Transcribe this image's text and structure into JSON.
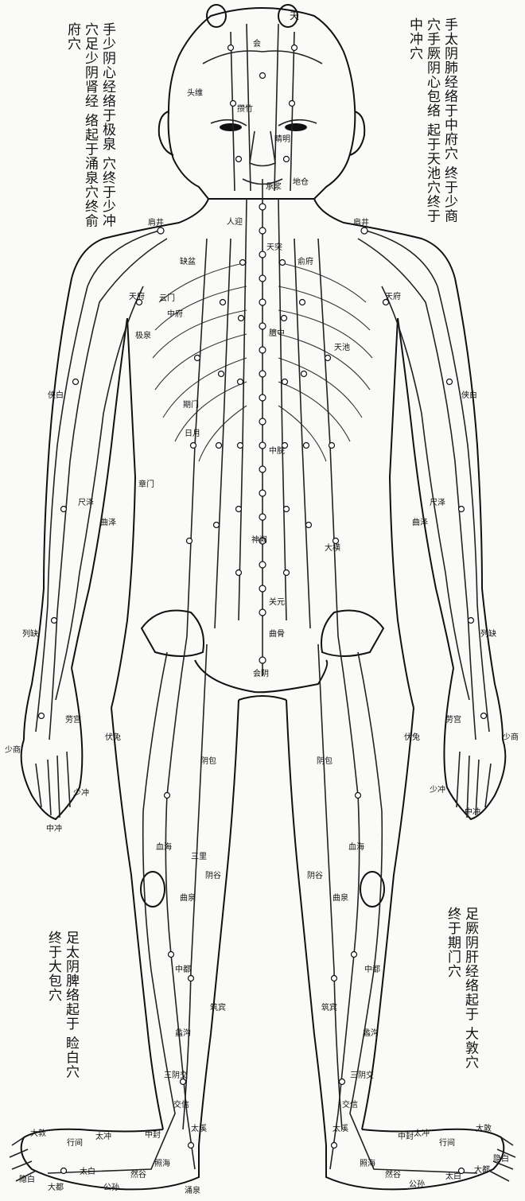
{
  "captions": {
    "heart_kidney": [
      "手少阴心经络于极泉",
      "穴终于少冲穴足少阴肾经",
      "络起于涌泉穴终俞府穴"
    ],
    "lung_pericardium": [
      "手太阴肺经络于中府穴",
      "终于少商穴手厥阴心包络",
      "起于天池穴终于中冲穴"
    ],
    "liver": [
      "足厥阴肝经络起于",
      "大敦穴终于期门穴"
    ],
    "spleen": [
      "足太阴脾络起于",
      "睑白穴终于大包穴"
    ]
  },
  "point_labels": {
    "tian": "天",
    "zhong_fu": "中府",
    "yun_men": "云门",
    "tian_fu": "天府",
    "xia_bai": "侠白",
    "chi_ze": "尺泽",
    "qu_ze": "曲泽",
    "lie_que": "列缺",
    "shao_shang": "少商",
    "zhong_chong": "中冲",
    "shao_chong": "少冲",
    "lao_gong": "劳宫",
    "ji_quan": "极泉",
    "tian_chi": "天池",
    "jian_jing": "肩井",
    "que_pen": "缺盆",
    "yu_fu": "俞府",
    "qi_men": "期门",
    "zhang_men": "章门",
    "ri_yue": "日月",
    "da_heng": "大横",
    "shen_que": "神阙",
    "hui_yin": "会阴",
    "qu_gu": "曲骨",
    "fu_tu": "伏兔",
    "yin_bao": "阴包",
    "qu_quan": "曲泉",
    "xue_hai": "血海",
    "yin_gu": "阴谷",
    "zu_san_li": "三里",
    "zhong_du": "中都",
    "li_gou": "蠡沟",
    "zhu_bin": "筑宾",
    "san_yin_jiao": "三阴交",
    "jiao_xin": "交信",
    "tai_xi": "太溪",
    "zhao_hai": "照海",
    "ran_gu": "然谷",
    "gong_sun": "公孙",
    "tai_bai": "太白",
    "da_du": "大都",
    "yin_bai": "隐白",
    "da_dun": "大敦",
    "xing_jian": "行间",
    "tai_chong": "太冲",
    "zhong_feng": "中封",
    "yong_quan": "涌泉",
    "cheng_jiang": "承浆",
    "tian_tu": "天突",
    "shan_zhong": "膻中",
    "zhong_wan": "中脘",
    "guan_yuan": "关元",
    "bai_hui": "会",
    "tou_wei": "头维",
    "zan_zhu": "攒竹",
    "jing_ming": "睛明",
    "di_cang": "地仓",
    "ren_ying": "人迎"
  },
  "colors": {
    "ink": "#111111",
    "paper": "#fafaf8"
  }
}
